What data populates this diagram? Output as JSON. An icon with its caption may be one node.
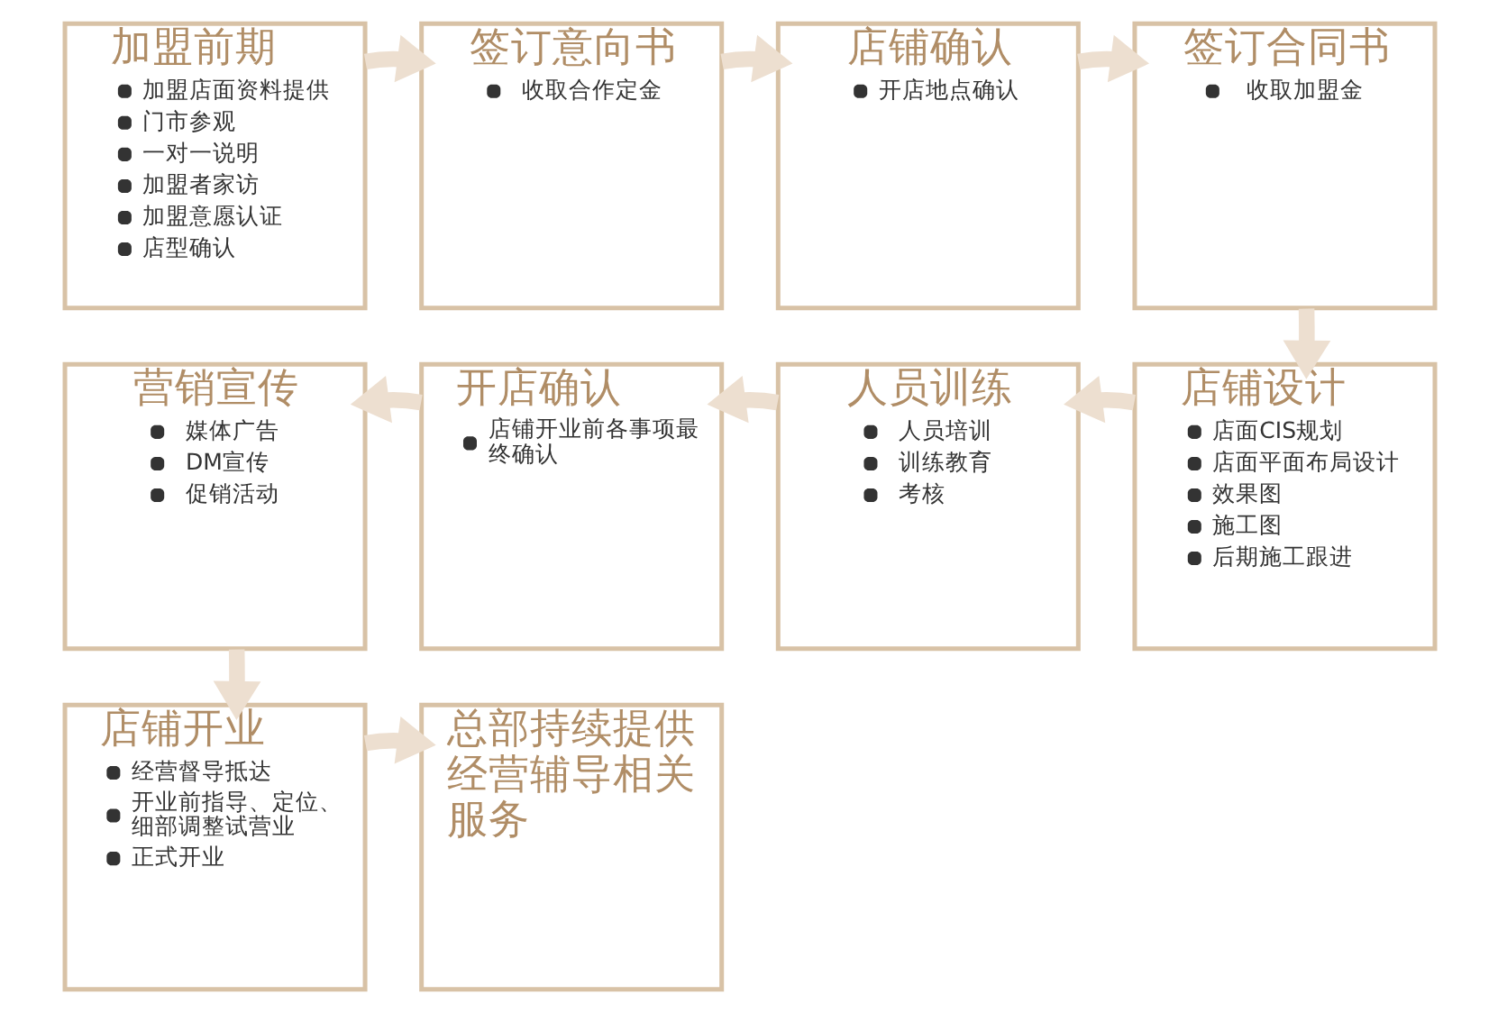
{
  "diagram": {
    "nodes": [
      {
        "text": [
          "加盟前期",
          "加盟店面资料提供",
          "门市参观",
          "一对一说明",
          "加盟者家访",
          "加盟意愿认证",
          "店型确认"
        ]
      },
      {
        "text": [
          "签订意向书",
          "收取合作定金"
        ]
      },
      {
        "text": [
          "店铺确认",
          "开店地点确认"
        ]
      },
      {
        "text": [
          "签订合同书",
          "收取加盟金"
        ]
      },
      {
        "text": [
          "营销宣传",
          "媒体广告",
          "DM宣传",
          "促销活动"
        ]
      },
      {
        "text": [
          "开店确认",
          "店铺开业前各事项最终确认"
        ]
      },
      {
        "text": [
          "人员训练",
          "人员培训",
          "训练教育",
          "考核"
        ]
      },
      {
        "text": [
          "店铺设计",
          "店面CIS规划",
          "店面平面布局设计",
          "效果图",
          "施工图",
          "后期施工跟进"
        ]
      },
      {
        "text": [
          "店铺开业",
          "经营督导抵达",
          "开业前指导、定位、细部调整试营业",
          "正式开业"
        ]
      },
      {
        "text": [
          "总部持续提供经营辅导相关服务"
        ]
      }
    ],
    "edges": [
      {
        "from": 0,
        "to": 1,
        "arrow": "to"
      },
      {
        "from": 1,
        "to": 2,
        "arrow": "to"
      },
      {
        "from": 2,
        "to": 3,
        "arrow": "to"
      },
      {
        "from": 3,
        "to": 7,
        "arrow": "to"
      },
      {
        "from": 7,
        "to": 6,
        "arrow": "to"
      },
      {
        "from": 6,
        "to": 5,
        "arrow": "to"
      },
      {
        "from": 5,
        "to": 4,
        "arrow": "to"
      },
      {
        "from": 4,
        "to": 8,
        "arrow": "to"
      },
      {
        "from": 8,
        "to": 9,
        "arrow": "to"
      }
    ]
  }
}
